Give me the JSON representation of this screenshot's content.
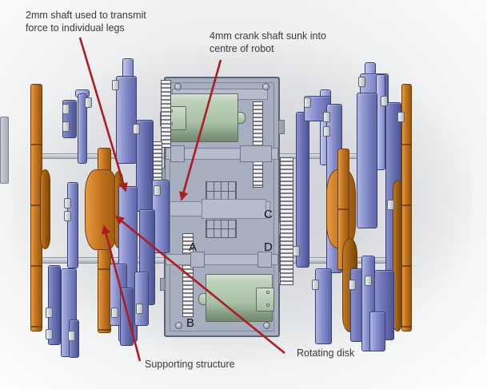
{
  "labels": {
    "shaft_2mm": "2mm shaft used to transmit\nforce to individual legs",
    "crank_4mm": "4mm crank shaft sunk into\ncentre of robot",
    "rotating_disk": "Rotating disk",
    "supporting_structure": "Supporting structure"
  },
  "markers": {
    "a": "A",
    "b": "B",
    "c": "C",
    "d": "D"
  },
  "colors": {
    "annotation_red": "#ab1e23",
    "disk_orange": "#c4751e",
    "leg_blue": "#868dcb",
    "chassis_gray": "#a7aebf",
    "motor_green": "#aec5ab",
    "text": "#3a3a3d"
  }
}
